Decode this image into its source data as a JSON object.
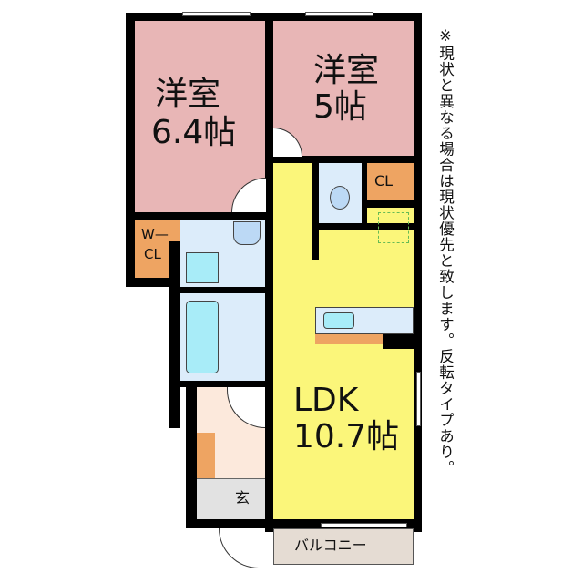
{
  "rooms": {
    "western_room_1": {
      "name": "洋室",
      "size": "6.4帖"
    },
    "western_room_2": {
      "name": "洋室",
      "size": "5帖"
    },
    "closet": "CL",
    "walk_in_closet": {
      "line1": "W—",
      "line2": "CL"
    },
    "ldk": {
      "name": "LDK",
      "size": "10.7帖"
    },
    "entrance": "玄",
    "balcony": "バルコニー"
  },
  "note": "※現状と異なる場合は現状優先と致します。反転タイプあり。",
  "colors": {
    "western": "#e8b6b6",
    "ldk": "#fbf67a",
    "closet": "#eea462",
    "wet": "#dcecfa",
    "entry": "#fce9dc",
    "genkan": "#e2e2e2",
    "balcony": "#e5dcd3"
  }
}
